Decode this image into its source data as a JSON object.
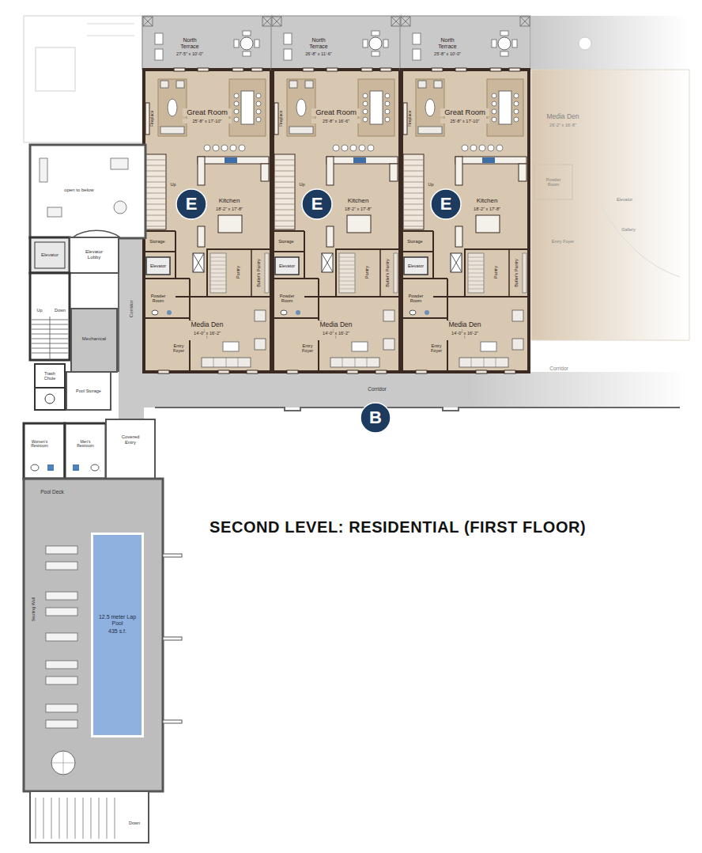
{
  "diagram": {
    "title": "SECOND LEVEL: RESIDENTIAL (FIRST FLOOR)",
    "nodes": [
      {
        "text": [
          "E"
        ]
      },
      {
        "text": [
          "E"
        ]
      },
      {
        "text": [
          "E"
        ]
      },
      {
        "text": [
          "B"
        ]
      },
      {
        "text": [
          "12.5 meter Lap Pool",
          "435 s.f."
        ]
      }
    ],
    "labels": [
      "North Terrace",
      "27'-5\" x 10'-0\"",
      "Fireplace",
      "Great Room",
      "25'-8\" x 17'-10\"",
      "Up",
      "Kitchen",
      "18'-2\" x 17'-8\"",
      "Storage",
      "Elevator",
      "Pantry",
      "Butler's Pantry",
      "Powder Room",
      "Media Den",
      "14'-0\" x 16'-2\"",
      "Entry Foyer",
      "North Terrace",
      "26'-8\" x 11'-6\"",
      "Fireplace",
      "Great Room",
      "25'-8\" x 16'-6\"",
      "Up",
      "Kitchen",
      "18'-2\" x 17'-8\"",
      "Storage",
      "Elevator",
      "Pantry",
      "Butler's Pantry",
      "Powder Room",
      "Media Den",
      "14'-0\" x 16'-2\"",
      "Entry Foyer",
      "North Terrace",
      "25'-8\" x 10'-0\"",
      "Fireplace",
      "Great Room",
      "25'-8\" x 17'-10\"",
      "Up",
      "Kitchen",
      "18'-2\" x 17'-8\"",
      "Storage",
      "Elevator",
      "Pantry",
      "Butler's Pantry",
      "Powder Room",
      "Media Den",
      "14'-0\" x 16'-2\"",
      "Entry Foyer",
      "open to below",
      "Elevator",
      "Elevator Lobby",
      "Up",
      "Down",
      "Mechanical",
      "Corridor",
      "Trash Chute",
      "Pool Storage",
      "Women's Restroom",
      "Men's Restroom",
      "Covered Entry",
      "Pool Deck",
      "Seating Wall",
      "Down",
      "Corridor",
      "Media Den",
      "26'-2\" x 16'-8\"",
      "Powder Room",
      "Elevator",
      "Gallery",
      "Entry Foyer",
      "Corridor"
    ]
  }
}
